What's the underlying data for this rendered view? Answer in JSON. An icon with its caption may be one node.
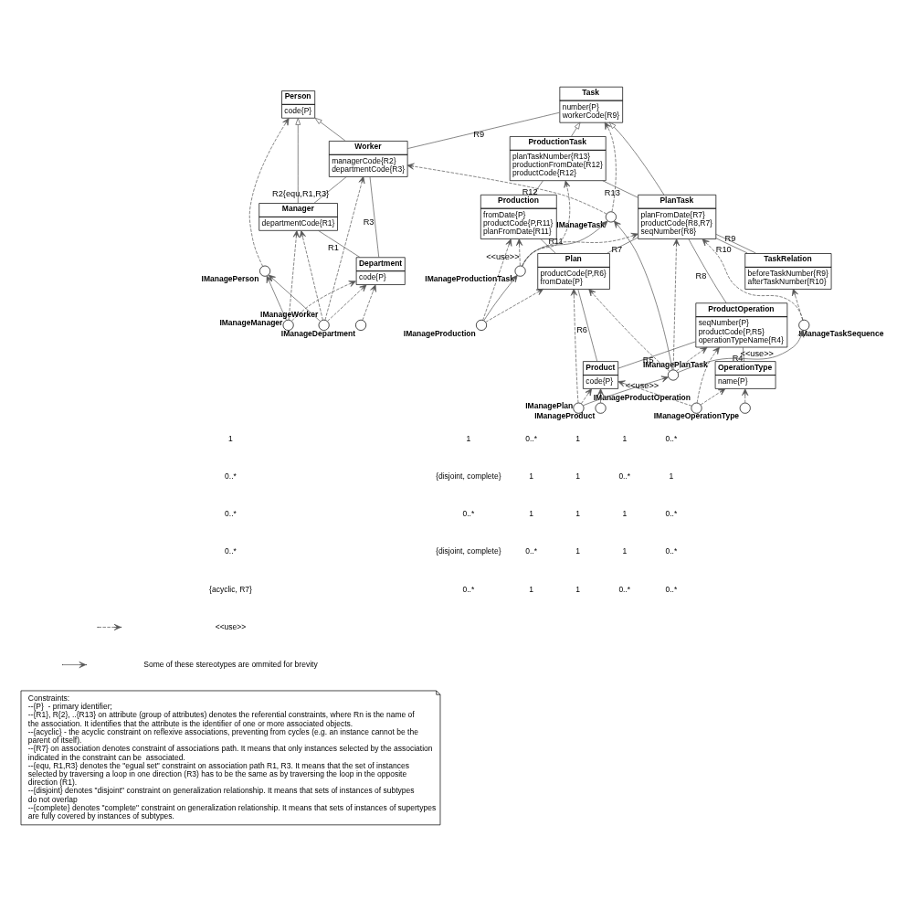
{
  "diagram": {
    "nodes": [
      {
        "text": [
          "Person",
          "code{P}"
        ]
      },
      {
        "text": [
          "Department",
          "code{P}"
        ]
      },
      {
        "text": [
          "Product",
          "code{P}"
        ]
      },
      {
        "text": [
          "OperationType",
          "name{P}"
        ]
      },
      {
        "text": [
          "IManagePerson"
        ]
      },
      {
        "text": [
          "IManageDepartment"
        ]
      },
      {
        "text": [
          "IManageProduct"
        ]
      },
      {
        "text": [
          "IManageOperationType"
        ]
      },
      {
        "text": [
          "Manager",
          "departmentCode{R1}"
        ]
      },
      {
        "text": [
          "ProductOperation",
          "seqNumber{P} productCode{P,R5} operationTypeName{R4}"
        ]
      },
      {
        "text": [
          "IManageManager"
        ]
      },
      {
        "text": [
          "IManageProductOperation"
        ]
      },
      {
        "text": [
          "Worker",
          "managerCode{R2} departmentCode{R3}"
        ]
      },
      {
        "text": [
          "Plan",
          "productCode{P,R6} fromDate{P}"
        ]
      },
      {
        "text": [
          "IManageWorker"
        ]
      },
      {
        "text": [
          "IManagePlan"
        ]
      },
      {
        "text": [
          "Task",
          "number{P} workerCode{R9}"
        ]
      },
      {
        "text": [
          "Production",
          "fromDate{P} productCode{P,R11} planFromDate{R11}"
        ]
      },
      {
        "text": [
          "IManageTask"
        ]
      },
      {
        "text": [
          "PlanTask",
          "planFromDate{R7} productCode{R8,R7} seqNumber{R8}"
        ]
      },
      {
        "text": [
          "IManageProduction"
        ]
      },
      {
        "text": [
          "TaskRelation",
          "beforeTaskNumber{R9} afterTaskNumber{R10}"
        ]
      },
      {
        "text": [
          "IManagePlanTask"
        ]
      },
      {
        "text": [
          "IManageTaskSequence"
        ]
      },
      {
        "text": [
          "ProductionTask",
          "planTaskNumber{R13} productionFromDate{R12} productCode{R12}"
        ]
      },
      {
        "text": [
          "IManageProductionTask"
        ]
      },
      {
        "text": [
          "Constraints:",
          "--{P}  - primary identifier;",
          "--{R1}, R{2}, ..{R13} on attribute (group of attributes) denotes the referential constraints, where Rn is the name of the association. It identifies that the attribute is the identifier of one or more associated objects.",
          "--{acyclic} - the acyclic constraint on reflexive associations, preventing from cycles (e.g. an instance cannot be the parent of itself).",
          "--{R7} on association denotes constraint of associations path. It means that only instances selected by the association indicated in the constraint can be  associated.",
          "--{equ, R1,R3} denotes the \"egual set\" constraint on association path R1, R3. It means that the set of instances selected by traversing a loop in one direction (R3) has to be the same as by traversing the loop in the opposite direction (R1).",
          "--{disjoint} denotes \"disjoint\" constraint on generalization relationship. It means that sets of instances of subtypes do not overlap",
          "--{complete} denotes \"complete\" constraint on generalization relationship. It means that sets of instances of supertypes are fully covered by instances of subtypes."
        ]
      }
    ],
    "edges": [
      {
        "from": 1,
        "to": 8,
        "arrow": "none",
        "label": "R1"
      },
      {
        "from": 1,
        "to": 12,
        "arrow": "none",
        "label": "R3"
      },
      {
        "from": 8,
        "to": 12,
        "arrow": "none",
        "label": "R2{equ,R1,R3}"
      },
      {
        "from": 12,
        "to": 16,
        "arrow": "none",
        "label": "R9"
      },
      {
        "from": 2,
        "to": 13,
        "arrow": "none",
        "label": "R6"
      },
      {
        "from": 2,
        "to": 9,
        "arrow": "none",
        "label": "R5"
      },
      {
        "from": 3,
        "to": 9,
        "arrow": "none",
        "label": "R4"
      },
      {
        "from": 9,
        "to": 19,
        "arrow": "none",
        "label": "R8"
      },
      {
        "from": 13,
        "to": 19,
        "arrow": "none",
        "label": "R7"
      },
      {
        "from": 13,
        "to": 17,
        "arrow": "none",
        "label": "R11"
      },
      {
        "from": 21,
        "to": 19,
        "arrow": "none",
        "label": "R10"
      },
      {
        "from": 21,
        "to": 19,
        "arrow": "none",
        "label": "R9"
      },
      {
        "from": 19,
        "to": 24,
        "arrow": "none",
        "label": "R13"
      },
      {
        "from": 17,
        "to": 24,
        "arrow": "none",
        "label": "R12"
      },
      {
        "from": 8,
        "to": 0,
        "arrow": "to"
      },
      {
        "from": 12,
        "to": 0,
        "arrow": "to"
      },
      {
        "from": 19,
        "to": 16,
        "arrow": "to"
      },
      {
        "from": 24,
        "to": 16,
        "arrow": "to"
      },
      {
        "from": 4,
        "to": 0,
        "arrow": "to",
        "style": "dashed"
      },
      {
        "from": 5,
        "to": 1,
        "arrow": "to",
        "style": "dashed"
      },
      {
        "from": 10,
        "to": 1,
        "arrow": "to",
        "style": "dashed"
      },
      {
        "from": 10,
        "to": 8,
        "arrow": "to",
        "style": "dashed"
      },
      {
        "from": 14,
        "to": 1,
        "arrow": "to",
        "style": "dashed"
      },
      {
        "from": 14,
        "to": 8,
        "arrow": "to",
        "style": "dashed"
      },
      {
        "from": 14,
        "to": 12,
        "arrow": "to",
        "style": "dashed"
      },
      {
        "from": 18,
        "to": 12,
        "arrow": "to",
        "style": "dashed"
      },
      {
        "from": 18,
        "to": 16,
        "arrow": "to",
        "style": "dashed"
      },
      {
        "from": 23,
        "to": 21,
        "arrow": "to",
        "style": "dashed"
      },
      {
        "from": 23,
        "to": 19,
        "arrow": "to",
        "style": "dashed"
      },
      {
        "from": 6,
        "to": 2,
        "arrow": "to",
        "style": "dashed"
      },
      {
        "from": 7,
        "to": 3,
        "arrow": "to",
        "style": "dashed"
      },
      {
        "from": 11,
        "to": 9,
        "arrow": "to",
        "style": "dashed"
      },
      {
        "from": 11,
        "to": 2,
        "arrow": "to",
        "style": "dashed"
      },
      {
        "from": 11,
        "to": 3,
        "arrow": "to",
        "style": "dashed"
      },
      {
        "from": 15,
        "to": 2,
        "arrow": "to",
        "style": "dashed"
      },
      {
        "from": 15,
        "to": 13,
        "arrow": "to",
        "style": "dashed"
      },
      {
        "from": 22,
        "to": 19,
        "arrow": "to",
        "style": "dashed"
      },
      {
        "from": 22,
        "to": 13,
        "arrow": "to",
        "style": "dashed"
      },
      {
        "from": 22,
        "to": 9,
        "arrow": "to",
        "style": "dashed"
      },
      {
        "from": 20,
        "to": 17,
        "arrow": "to",
        "style": "dashed"
      },
      {
        "from": 20,
        "to": 13,
        "arrow": "to",
        "style": "dashed"
      },
      {
        "from": 25,
        "to": 24,
        "arrow": "to",
        "style": "dashed"
      },
      {
        "from": 25,
        "to": 19,
        "arrow": "to",
        "style": "dashed"
      },
      {
        "from": 25,
        "to": 17,
        "arrow": "to",
        "style": "dashed",
        "label": "<<use>>"
      },
      {
        "from": 10,
        "to": 4,
        "arrow": "to"
      },
      {
        "from": 14,
        "to": 4,
        "arrow": "to"
      },
      {
        "from": 22,
        "to": 18,
        "arrow": "to"
      },
      {
        "from": 25,
        "to": 18,
        "arrow": "to"
      },
      {
        "from": 22,
        "to": 23,
        "arrow": "to",
        "label": "<<use>>"
      },
      {
        "from": 15,
        "to": 22,
        "arrow": "to",
        "label": "<<use>>"
      },
      {
        "from": 20,
        "to": 25,
        "arrow": "to"
      }
    ],
    "labels": [
      "1",
      "1",
      "0..*",
      "1",
      "1",
      "0..*",
      "0..*",
      "{disjoint, complete}",
      "1",
      "1",
      "0..*",
      "1",
      "0..*",
      "0..*",
      "1",
      "1",
      "1",
      "0..*",
      "0..*",
      "{disjoint, complete}",
      "0..*",
      "1",
      "1",
      "0..*",
      "{acyclic, R7}",
      "0..*",
      "1",
      "1",
      "0..*",
      "0..*"
    ],
    "legend": [
      {
        "text": "<<use>>"
      },
      {
        "text": "Some of these stereotypes are ommited for brevity"
      }
    ]
  }
}
